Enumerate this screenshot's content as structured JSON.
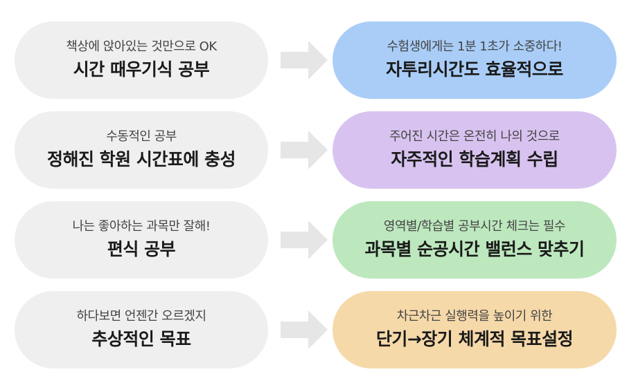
{
  "colors": {
    "left_bg": "#efefef",
    "arrow": "#e6e6e6",
    "right_1": "#a9cdf7",
    "right_2": "#d8c3f0",
    "right_3": "#bde8be",
    "right_4": "#f6d9a9"
  },
  "rows": [
    {
      "before_sub": "책상에 앉아있는 것만으로 OK",
      "before_main": "시간 때우기식 공부",
      "after_sub": "수험생에게는 1분 1초가 소중하다!",
      "after_main": "자투리시간도 효율적으로"
    },
    {
      "before_sub": "수동적인 공부",
      "before_main": "정해진 학원 시간표에 충성",
      "after_sub": "주어진 시간은 온전히 나의 것으로",
      "after_main": "자주적인 학습계획 수립"
    },
    {
      "before_sub": "나는 좋아하는 과목만 잘해!",
      "before_main": "편식 공부",
      "after_sub": "영역별/학습별 공부시간 체크는 필수",
      "after_main": "과목별 순공시간 밸런스 맞추기"
    },
    {
      "before_sub": "하다보면 언젠간 오르겠지",
      "before_main": "추상적인 목표",
      "after_sub": "차근차근 실행력을 높이기 위한",
      "after_main": "단기→장기 체계적 목표설정"
    }
  ]
}
